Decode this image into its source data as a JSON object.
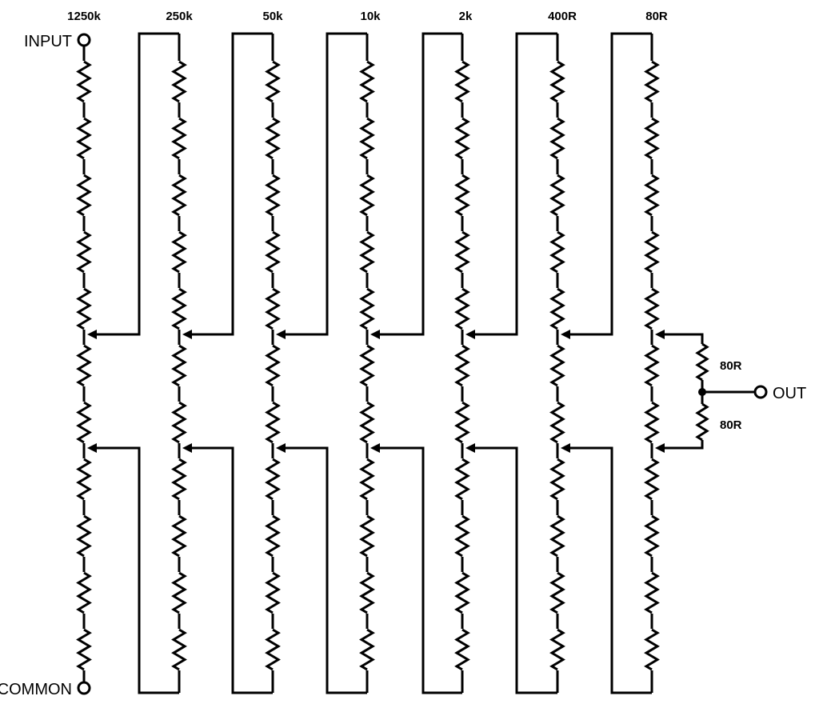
{
  "diagram": {
    "terminals": {
      "input": "INPUT",
      "common": "COMMON",
      "out": "OUT"
    },
    "string_labels": [
      "1250k",
      "250k",
      "50k",
      "10k",
      "2k",
      "400R",
      "80R"
    ],
    "output_divider_labels": [
      "80R",
      "80R"
    ],
    "resistors_per_string": 11
  },
  "colors": {
    "line": "#000000",
    "background": "#ffffff"
  }
}
